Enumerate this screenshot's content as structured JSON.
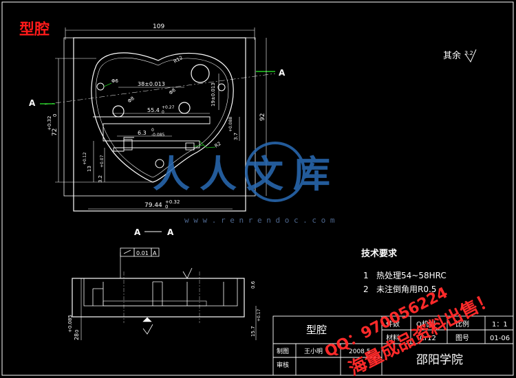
{
  "drawing": {
    "title": "型腔",
    "surface_note": "其余",
    "surface_mark": "3.2",
    "section_marker": "A",
    "section_label_a": "A",
    "section_label_b": "A",
    "watermark_brand": "人人文库",
    "watermark_url": "w w w . r e n r e n d o c . c o m",
    "watermark_qq": "QQ：970056224",
    "watermark_sell": "海量成品资料出售！",
    "colors": {
      "frame": "#ffffff",
      "contour": "#ffffff",
      "dimension": "#ffffff",
      "accent_green": "#22cc22",
      "red": "#ff1a1a",
      "watermark_blue": "#2a6bb5"
    }
  },
  "dimensions": {
    "width_top": "109",
    "height_right": "92",
    "height_left": "72",
    "height_left_tol": "+0.32",
    "height_left_tol_low": "0",
    "bottom_width": "79.44",
    "bottom_width_tol": "+0.32",
    "bottom_width_tol_low": "0",
    "r12": "R12",
    "phi6": "Φ6",
    "center_38": "38±0.013",
    "phi8": "Φ8",
    "phi10": "Φ8",
    "dim_19": "19±0.013",
    "center_55": "55.4",
    "center_55_tol": "+0.27",
    "center_55_tol_low": "0",
    "dim_37": "3.7",
    "dim_37_tol": "+0.088",
    "dim_63": "6.3",
    "dim_63_tol": "0",
    "dim_63_tol_low": "-0.085",
    "r2": "R2",
    "dim_13": "13",
    "dim_13_tol": "+0.12",
    "dim_32": "3.2",
    "dim_32_tol": "+0.07",
    "section_height": "28",
    "section_height_tol": "+0.085",
    "section_height_tol_low": "0",
    "section_15": "15.7",
    "section_15_tol": "+0.17",
    "section_0_6": "0.6",
    "tolerance_frame_value": "0.01",
    "tolerance_frame_datum": "A"
  },
  "tech_requirements": {
    "heading": "技术要求",
    "items": [
      {
        "num": "1",
        "text": "热处理54~58HRC"
      },
      {
        "num": "2",
        "text": "未注倒角用R0.5"
      }
    ]
  },
  "title_block": {
    "part_name": "型腔",
    "material_label": "材料",
    "material_value": "Cr12",
    "quantity_label": "件数",
    "quantity_value": "Q机制",
    "scale_label": "比例",
    "scale_value": "1：1",
    "drawing_no_label": "图号",
    "drawing_no_value": "01-06",
    "drawn_label": "制图",
    "drawn_name": "王小明",
    "date": "2008.5",
    "checked_label": "审核",
    "school": "邵阳学院"
  }
}
